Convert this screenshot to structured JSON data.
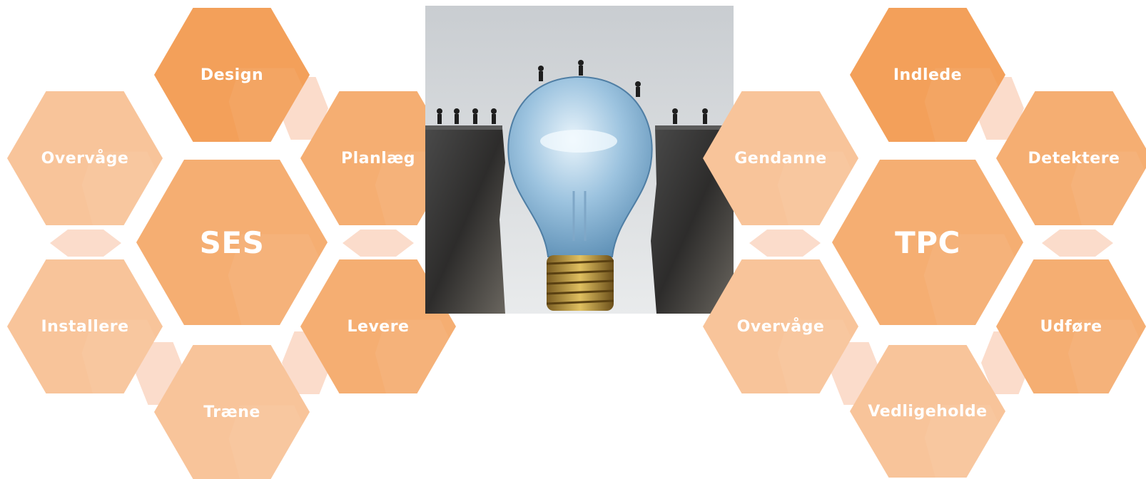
{
  "left_cluster": {
    "center": "SES",
    "items": [
      "Design",
      "Planlæg",
      "Levere",
      "Træne",
      "Installere",
      "Overvåge"
    ]
  },
  "right_cluster": {
    "center": "TPC",
    "items": [
      "Indlede",
      "Detektere",
      "Udføre",
      "Vedligeholde",
      "Overvåge",
      "Gendanne"
    ]
  },
  "image": {
    "subject": "light bulb bridging a gap between two cliffs with people running across"
  },
  "colors": {
    "orange_dark": "#f3a05a",
    "orange_mid": "#f5ae72",
    "orange_light": "#f8c49a",
    "connector": "#fbdccb"
  }
}
